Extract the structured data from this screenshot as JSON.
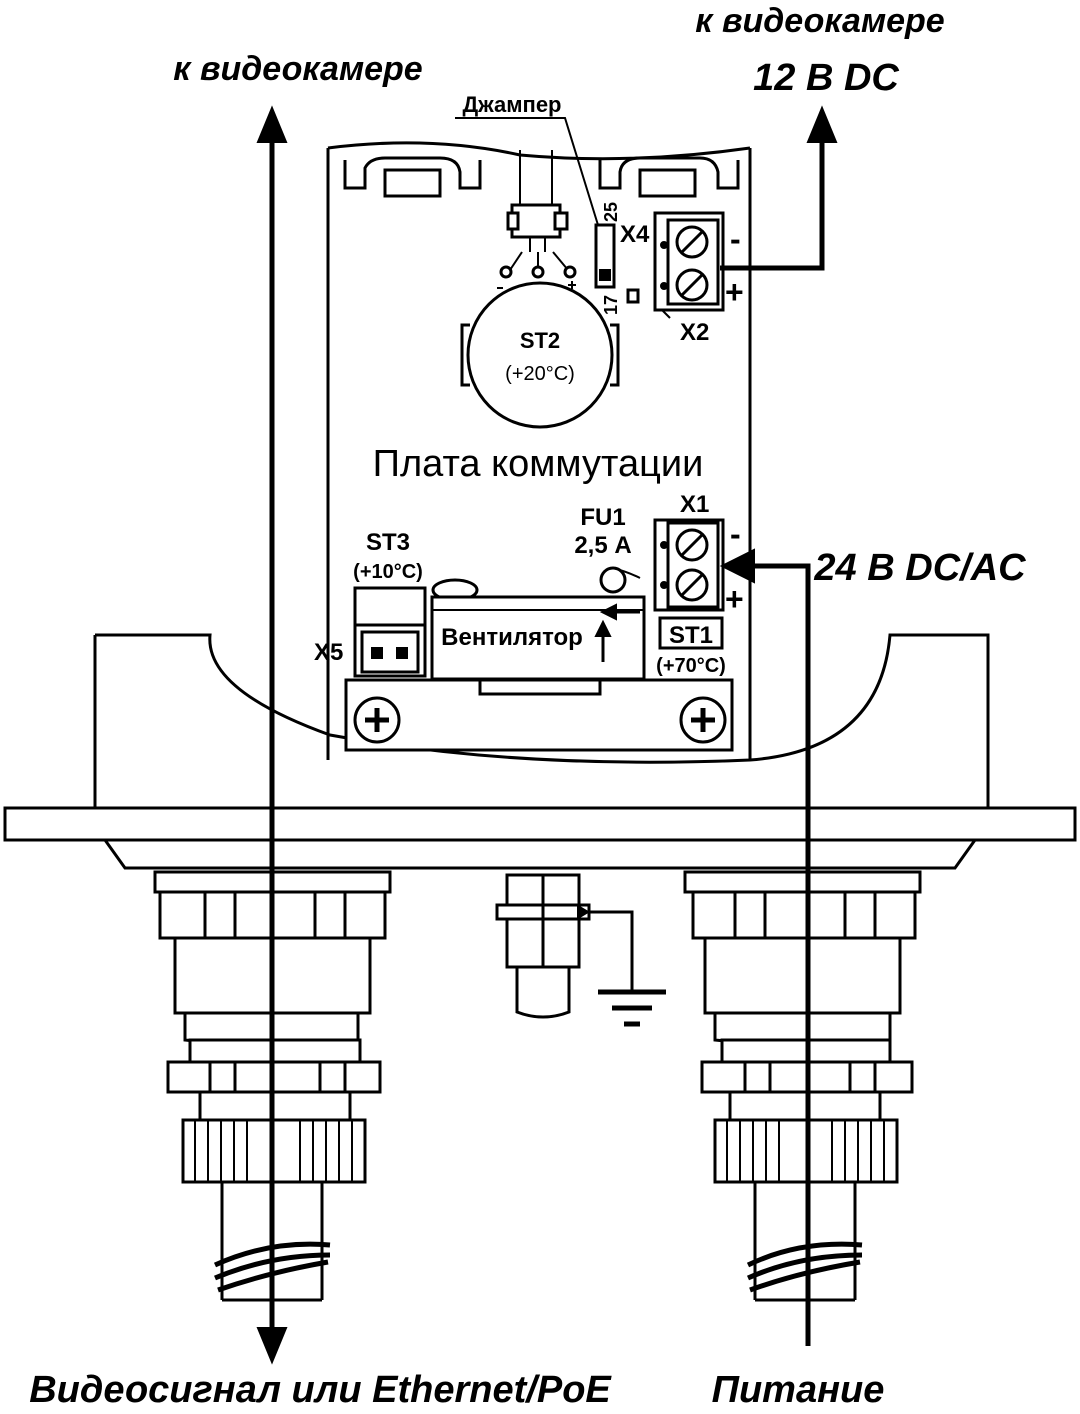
{
  "labels": {
    "to_camera_left": "к видеокамере",
    "to_camera_right": "к видеокамере",
    "voltage_12": "12 В DC",
    "jumper": "Джампер",
    "pin_25": "25",
    "pin_17": "17",
    "x4": "X4",
    "x2": "X2",
    "x1": "X1",
    "x5": "X5",
    "minus_x2": "-",
    "plus_x2": "+",
    "minus_x1": "-",
    "plus_x1": "+",
    "st2": "ST2",
    "st2_temp": "(+20°C)",
    "board": "Плата коммутации",
    "fu1": "FU1",
    "fu1_rating": "2,5 А",
    "voltage_24": "24 В DC/AC",
    "st3": "ST3",
    "st3_temp": "(+10°C)",
    "fan": "Вентилятор",
    "st1": "ST1",
    "st1_temp": "(+70°C)",
    "video_signal": "Видеосигнал или Ethernet/PoE",
    "power": "Питание"
  },
  "colors": {
    "line": "#000000",
    "background": "#ffffff"
  }
}
